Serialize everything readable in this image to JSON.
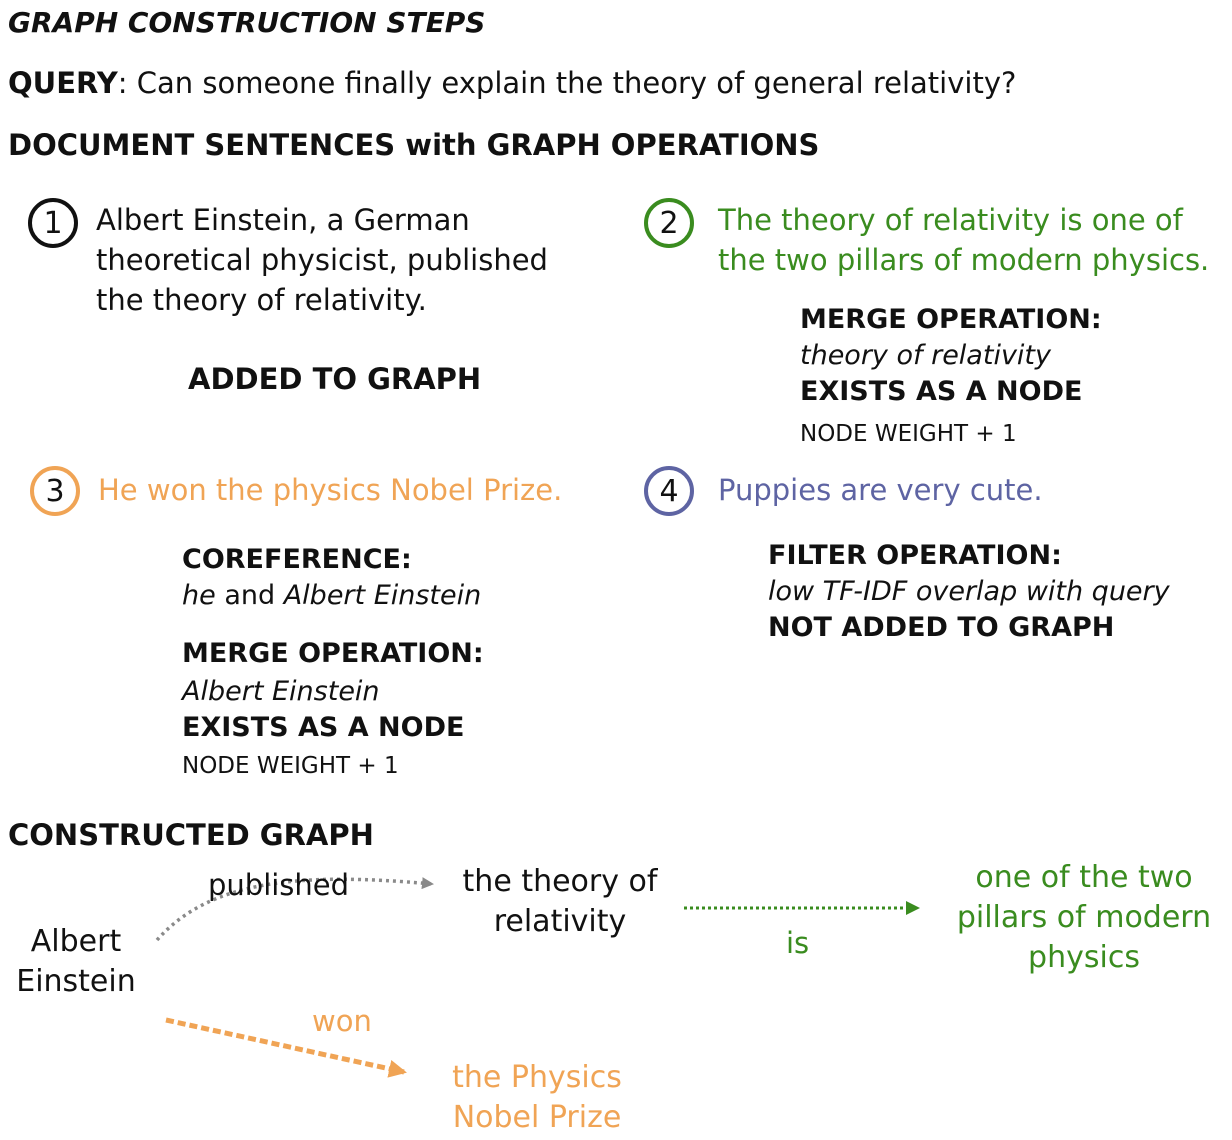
{
  "title": "GRAPH CONSTRUCTION STEPS",
  "query": {
    "label": "QUERY",
    "text": ": Can someone finally explain the theory of general relativity?"
  },
  "doc_heading": "DOCUMENT SENTENCES with GRAPH OPERATIONS",
  "colors": {
    "black": "#111111",
    "green": "#3a8c1f",
    "orange": "#f0a455",
    "purple": "#5e64a3",
    "grey": "#8a8a8a"
  },
  "sentences": [
    {
      "number": "1",
      "lines": [
        "Albert Einstein, a German",
        "theoretical physicist, published",
        "the theory of relativity."
      ],
      "op": {
        "label": "ADDED TO GRAPH"
      }
    },
    {
      "number": "2",
      "lines": [
        "The theory of relativity is one of",
        "the two pillars of modern physics."
      ],
      "op": {
        "label": "MERGE OPERATION:",
        "italic": "theory of relativity",
        "label2": "EXISTS AS A NODE",
        "small": "NODE WEIGHT + 1"
      }
    },
    {
      "number": "3",
      "lines": [
        "He won the physics Nobel Prize."
      ],
      "op": {
        "coref_label": "COREFERENCE:",
        "coref_he": "he",
        "coref_and": " and ",
        "coref_ae": "Albert Einstein",
        "label": "MERGE OPERATION:",
        "italic": "Albert Einstein",
        "label2": "EXISTS AS A NODE",
        "small": "NODE WEIGHT + 1"
      }
    },
    {
      "number": "4",
      "lines": [
        "Puppies are very cute."
      ],
      "op": {
        "label": "FILTER OPERATION:",
        "italic": "low TF-IDF overlap with query",
        "label2": "NOT ADDED TO GRAPH"
      }
    }
  ],
  "graph": {
    "heading": "CONSTRUCTED GRAPH",
    "nodes": {
      "einstein": [
        "Albert",
        "Einstein"
      ],
      "theory": [
        "the theory of",
        "relativity"
      ],
      "pillars": [
        "one of the two",
        "pillars of modern",
        "physics"
      ],
      "nobel": [
        "the Physics",
        "Nobel Prize"
      ]
    },
    "edges": {
      "published": "published",
      "is": "is",
      "won": "won"
    }
  }
}
